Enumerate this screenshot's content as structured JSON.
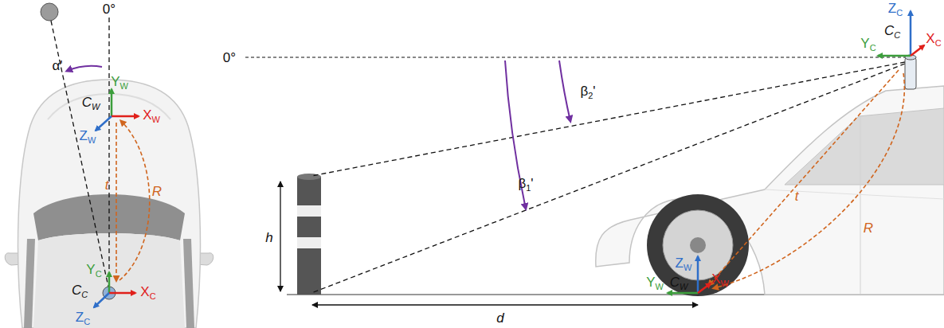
{
  "diagram": {
    "labels": [
      "0°",
      "α'",
      "YW",
      "CW",
      "XW",
      "ZW",
      "t",
      "R",
      "YC",
      "CC",
      "XC",
      "ZC",
      "0°",
      "β2'",
      "β1'",
      "h",
      "d",
      "ZC",
      "CC",
      "YC",
      "XC",
      "t",
      "R",
      "ZW",
      "CW",
      "YW",
      "XW"
    ]
  }
}
